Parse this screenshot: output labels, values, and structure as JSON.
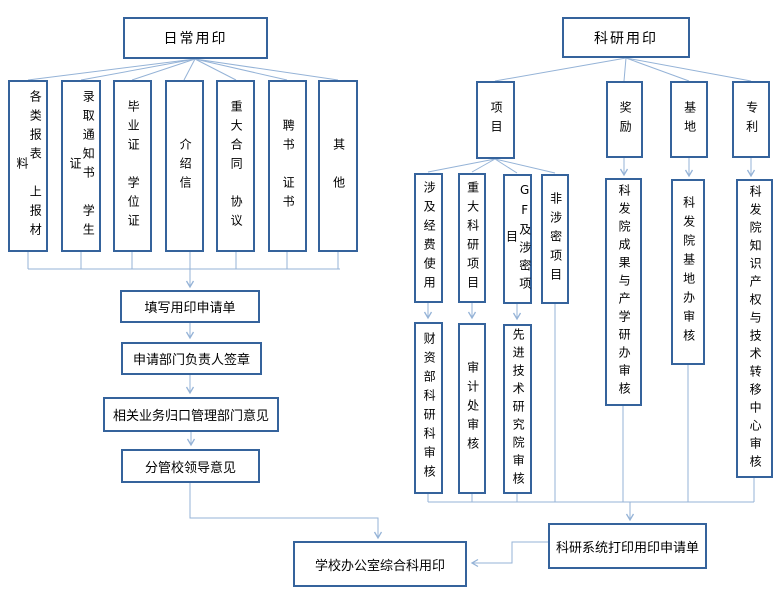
{
  "colors": {
    "box_border": "#35639c",
    "connector_line": "#95b3d7",
    "text": "#000000",
    "background": "#ffffff"
  },
  "daily": {
    "title": "日常用印",
    "categories": [
      "各类报表　上报材料",
      "录取通知书　学生证",
      "毕业证　学位证",
      "介绍信",
      "重大合同　协议",
      "聘书　证书",
      "其　他"
    ],
    "steps": [
      "填写用印申请单",
      "申请部门负责人签章",
      "相关业务归口管理部门意见",
      "分管校领导意见"
    ]
  },
  "research": {
    "title": "科研用印",
    "branches": [
      "项目",
      "奖励",
      "基地",
      "专利"
    ],
    "project_types": [
      "涉及经费使用",
      "重大科研项目",
      "GF及涉密项目",
      "非涉密项目"
    ],
    "reviews": [
      "财资部科研科审核",
      "审计处审核",
      "先进技术研究院审核",
      "科发院成果与产学研办审核",
      "科发院基地办审核",
      "科发院知识产权与技术转移中心审核"
    ],
    "print_step": "科研系统打印用印申请单"
  },
  "final_step": "学校办公室综合科用印"
}
